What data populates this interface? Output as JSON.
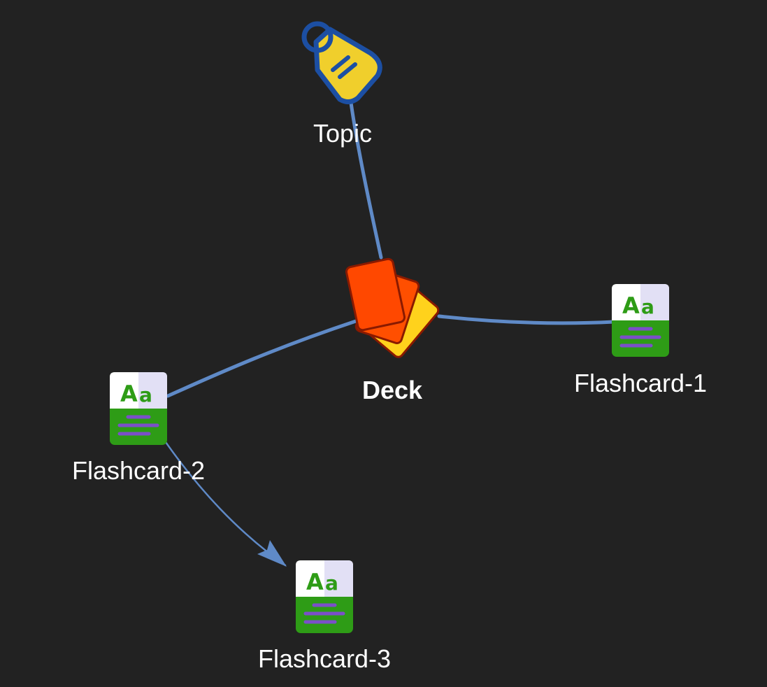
{
  "diagram": {
    "nodes": [
      {
        "id": "topic",
        "label": "Topic",
        "icon": "tag-icon"
      },
      {
        "id": "deck",
        "label": "Deck",
        "icon": "cards-deck-icon"
      },
      {
        "id": "flashcard1",
        "label": "Flashcard-1",
        "icon": "flashcard-icon"
      },
      {
        "id": "flashcard2",
        "label": "Flashcard-2",
        "icon": "flashcard-icon"
      },
      {
        "id": "flashcard3",
        "label": "Flashcard-3",
        "icon": "flashcard-icon"
      }
    ],
    "edges": [
      {
        "from": "topic",
        "to": "deck",
        "directed": false
      },
      {
        "from": "deck",
        "to": "flashcard1",
        "directed": false
      },
      {
        "from": "deck",
        "to": "flashcard2",
        "directed": false
      },
      {
        "from": "flashcard2",
        "to": "flashcard3",
        "directed": true
      }
    ]
  },
  "colors": {
    "background": "#222222",
    "edge": "#5f8ac7",
    "label": "#ffffff"
  }
}
